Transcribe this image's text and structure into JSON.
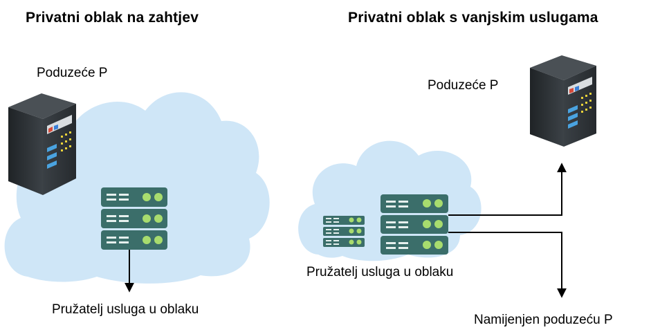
{
  "left": {
    "title": "Privatni oblak na zahtjev",
    "company_label": "Poduzeće P",
    "provider_label": "Pružatelj usluga u oblaku"
  },
  "right": {
    "title": "Privatni oblak s vanjskim uslugama",
    "company_label": "Poduzeće P",
    "provider_label": "Pružatelj usluga u oblaku",
    "dedicated_label": "Namijenjen poduzeću P"
  },
  "colors": {
    "cloud": "#cfe6f7",
    "server_blade": "#3b6e6a",
    "server_led": "#a8dc6e",
    "tower_body": "#2f3438",
    "arrow": "#000000"
  },
  "icons": [
    "cloud-icon",
    "server-rack-icon",
    "tower-server-icon",
    "arrow-icon"
  ]
}
